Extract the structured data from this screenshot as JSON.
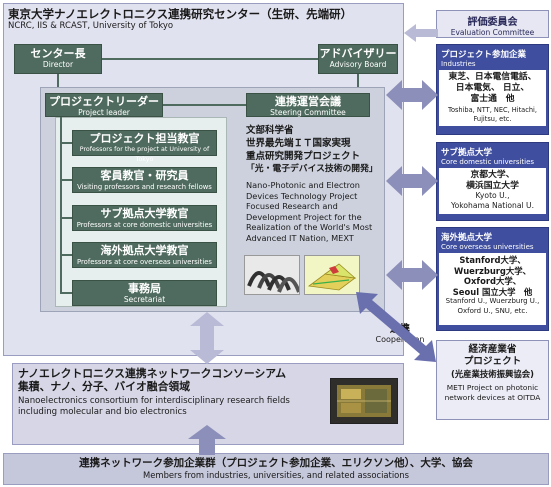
{
  "main": {
    "title_jp": "東京大学ナノエレクトロニクス連携研究センター（生研、先端研）",
    "title_en": "NCRC, IIS & RCAST, University of Tokyo",
    "director_jp": "センター長",
    "director_en": "Director",
    "advisor_jp": "アドバイザリー",
    "advisor_en": "Advisory Board",
    "leader_jp": "プロジェクトリーダー",
    "leader_en": "Project leader",
    "steering_jp": "連携運営会議",
    "steering_en": "Steering Committee",
    "roles": [
      {
        "jp": "プロジェクト担当教官",
        "en": "Professors for the project at University of Tokyo"
      },
      {
        "jp": "客員教官・研究員",
        "en": "Visiting professors and research fellows"
      },
      {
        "jp": "サブ拠点大学教官",
        "en": "Professors at core domestic universities"
      },
      {
        "jp": "海外拠点大学教官",
        "en": "Professors at core overseas universities"
      },
      {
        "jp": "事務局",
        "en": "Secretariat"
      }
    ],
    "mext": {
      "line1": "文部科学省",
      "line2": "世界最先端ＩＴ国家実現",
      "line3": "重点研究開発プロジェクト",
      "line4": "「光・電子デバイス技術の開発」",
      "en": "Nano-Photonic and Electron Devices Technology Project Focused Research and Development Project for the Realization of the World's Most Advanced IT Nation, MEXT"
    }
  },
  "consortium": {
    "jp1": "ナノエレクトロニクス連携ネットワークコンソーシアム",
    "jp2": "集積、ナノ、分子、バイオ融合領域",
    "en": "Nanoelectronics consortium for interdisciplinary research fields including molecular and bio electronics"
  },
  "members": {
    "jp": "連携ネットワーク参加企業群（プロジェクト参加企業、エリクソン他）、大学、協会",
    "en": "Members from industries, universities, and related associations"
  },
  "evaluation": {
    "jp": "評価委員会",
    "en": "Evaluation Committee"
  },
  "industries": {
    "head_jp": "プロジェクト参加企業",
    "head_en": "Industries",
    "list_jp": [
      "東芝、日本電信電話、",
      "日本電気、 日立、",
      "富士通　他"
    ],
    "list_en": "Toshiba, NTT, NEC, Hitachi, Fujitsu, etc."
  },
  "domestic": {
    "head_jp": "サブ拠点大学",
    "head_en": "Core domestic universities",
    "list_jp": [
      "京都大学、",
      "横浜国立大学"
    ],
    "list_en": [
      "Kyoto U.,",
      "Yokohama National U."
    ]
  },
  "overseas": {
    "head_jp": "海外拠点大学",
    "head_en": "Core overseas universities",
    "list_jp": [
      "Stanford大学、",
      "Wuerzburg大学、",
      "Oxford大学、",
      "Seoul 国立大学　他"
    ],
    "list_en": [
      "Stanford U., Wuerzburg U.,",
      "Oxford U., SNU, etc."
    ]
  },
  "cooperation": {
    "jp": "連携",
    "en": "Cooperation"
  },
  "meti": {
    "jp1": "経済産業省",
    "jp2": "プロジェクト",
    "jp3": "(光産業技術振興協会)",
    "en": "METI Project on photonic network devices at OITDA"
  },
  "colors": {
    "panel": "#e1e2ef",
    "green": "#4f6b5f",
    "blue": "#3f4e9e",
    "arrow": "#b9bad6"
  }
}
